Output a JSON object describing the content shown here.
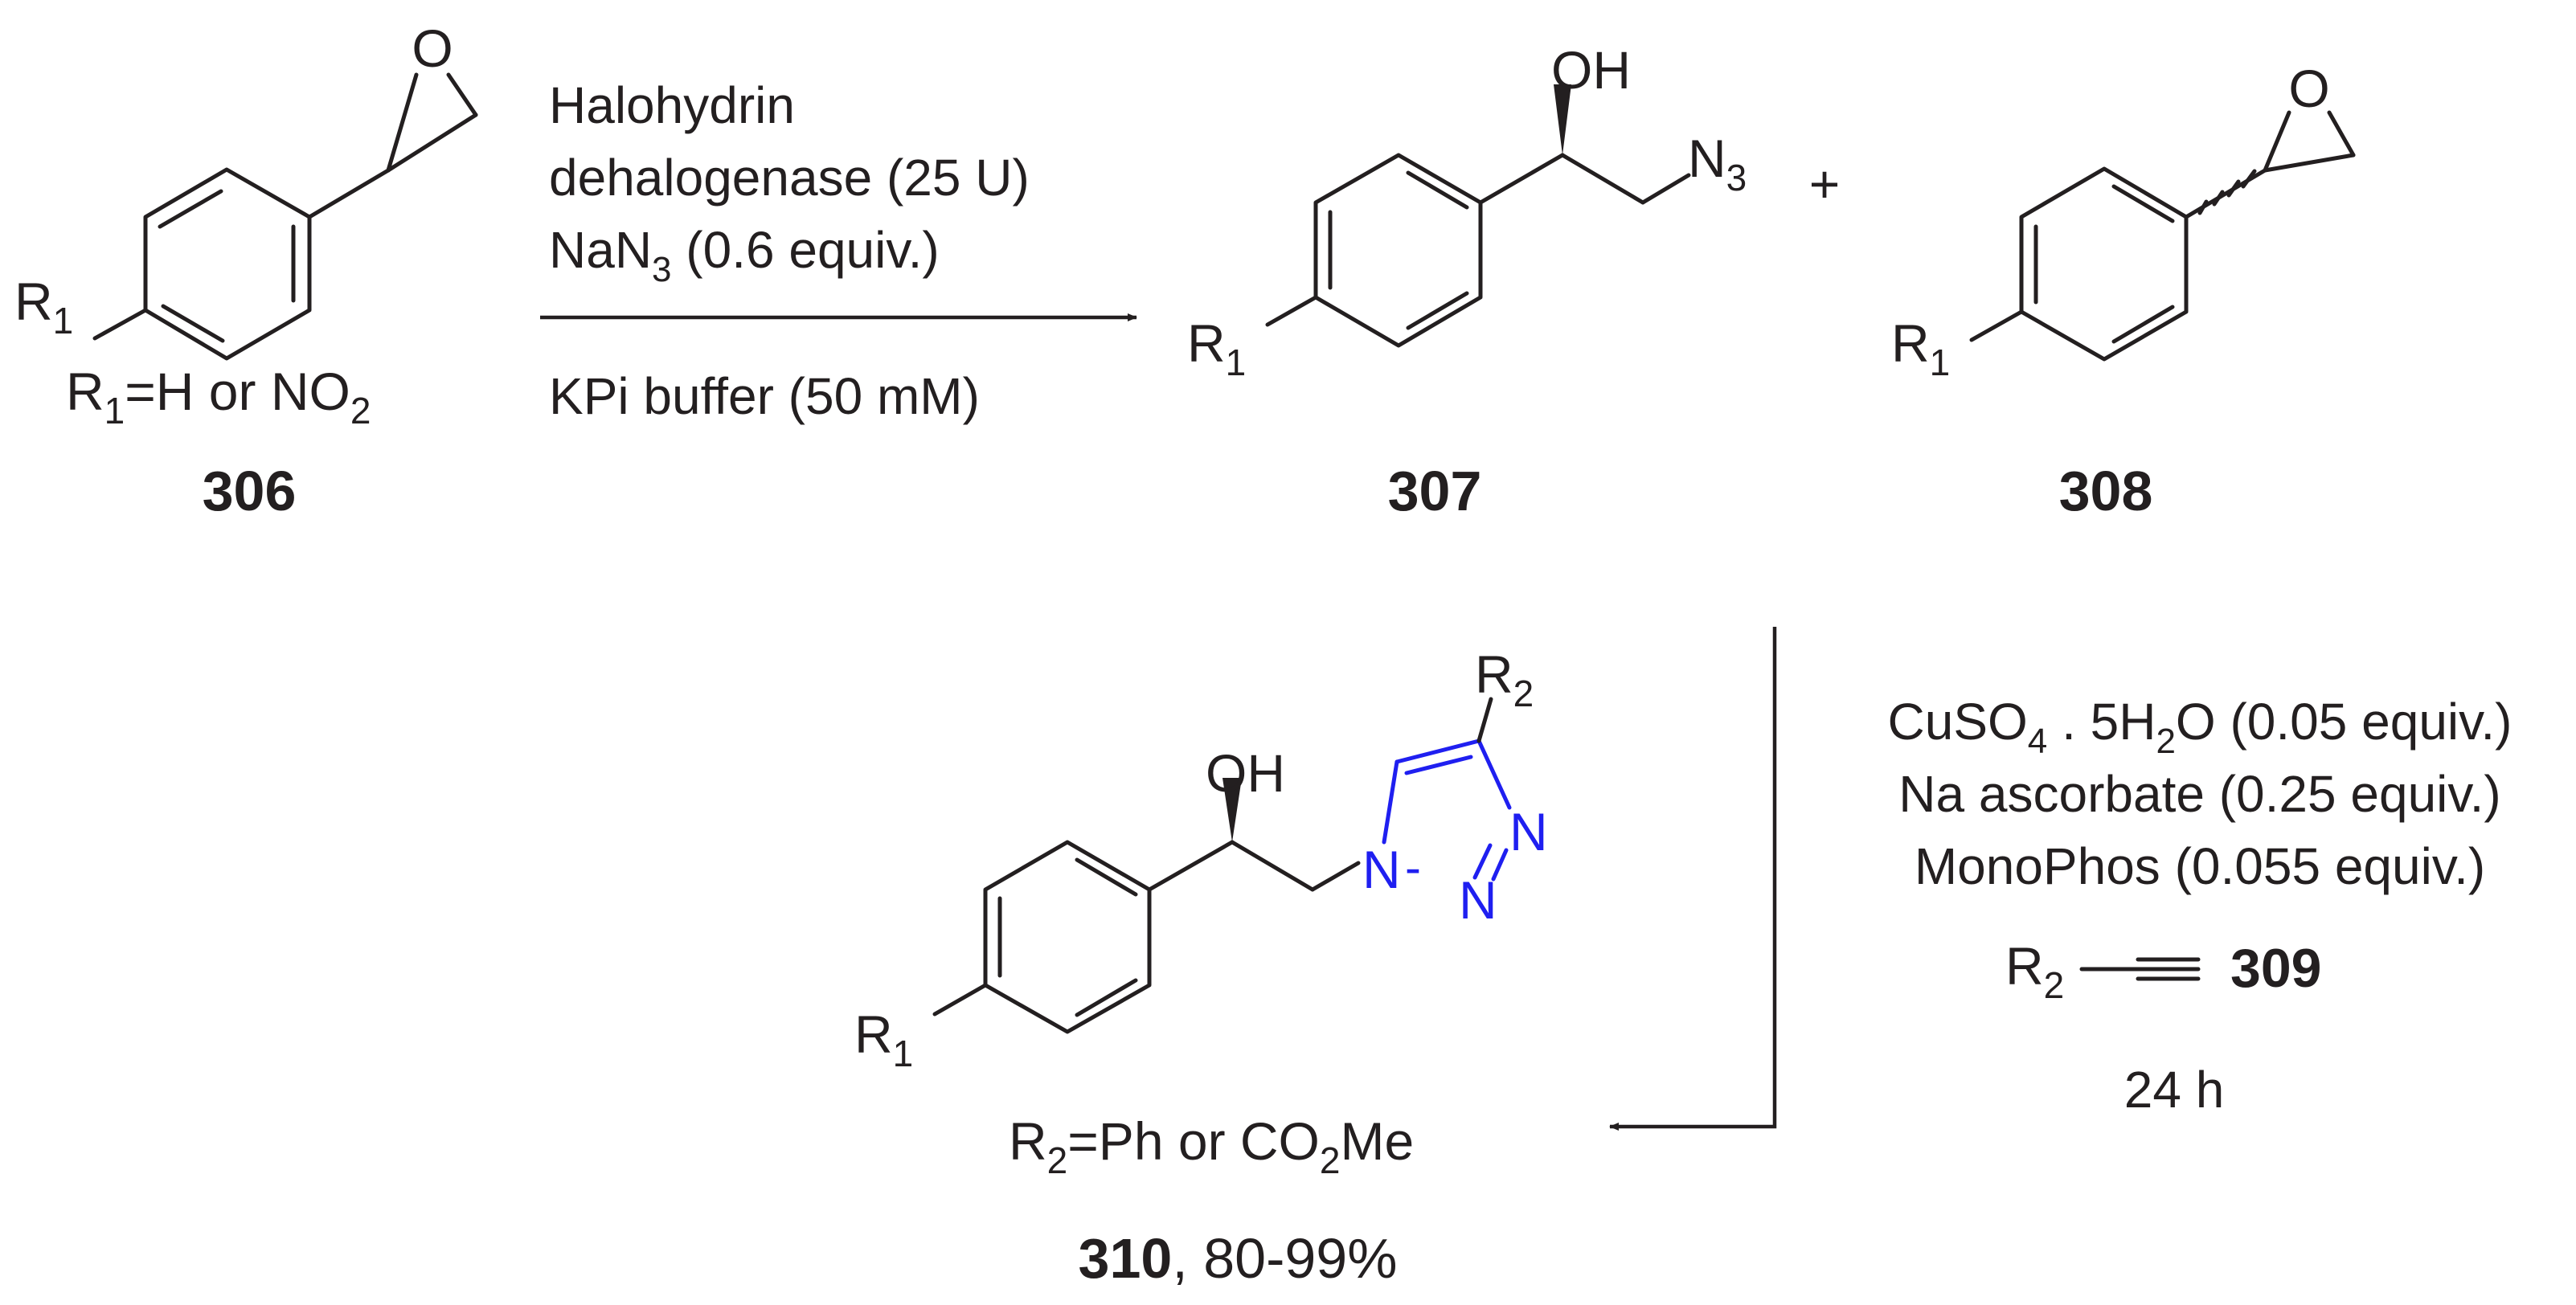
{
  "compound_306": {
    "r_group": "R",
    "r_sub": "1",
    "ring_o": "O",
    "sub_label": {
      "p1": "R",
      "p2": "1",
      "p3": "=H or NO",
      "p4": "2"
    },
    "number": "306"
  },
  "step1": {
    "line1": "Halohydrin",
    "line2": "dehalogenase (25 U)",
    "line3": {
      "p1": "NaN",
      "p2": "3",
      "p3": " (0.6 equiv.)"
    },
    "below": "KPi buffer (50 mM)"
  },
  "compound_307": {
    "r_group": "R",
    "r_sub": "1",
    "oh": "OH",
    "azide": "N",
    "azide_sub": "3",
    "number": "307"
  },
  "plus": "+",
  "compound_308": {
    "r_group": "R",
    "r_sub": "1",
    "ring_o": "O",
    "number": "308"
  },
  "step2": {
    "line1": {
      "p1": "CuSO",
      "p2": "4",
      "p3": " . 5H",
      "p4": "2",
      "p5": "O (0.05 equiv.)"
    },
    "line2": "Na ascorbate (0.25 equiv.)",
    "line3": "MonoPhos (0.055 equiv.)",
    "reagent": {
      "r": "R",
      "r_sub": "2",
      "number": "309"
    },
    "time": "24 h"
  },
  "compound_310": {
    "r_group": "R",
    "r_sub": "1",
    "oh": "OH",
    "r2": "R",
    "r2_sub": "2",
    "n1": "N",
    "n2": "N",
    "n3": "N",
    "dash": "-",
    "sub_label": {
      "p1": "R",
      "p2": "2",
      "p3": "=Ph or CO",
      "p4": "2",
      "p5": "Me"
    },
    "number": "310",
    "yield": ", 80-99%"
  },
  "colors": {
    "ink": "#231f20",
    "triazole": "#1f1ff0"
  }
}
